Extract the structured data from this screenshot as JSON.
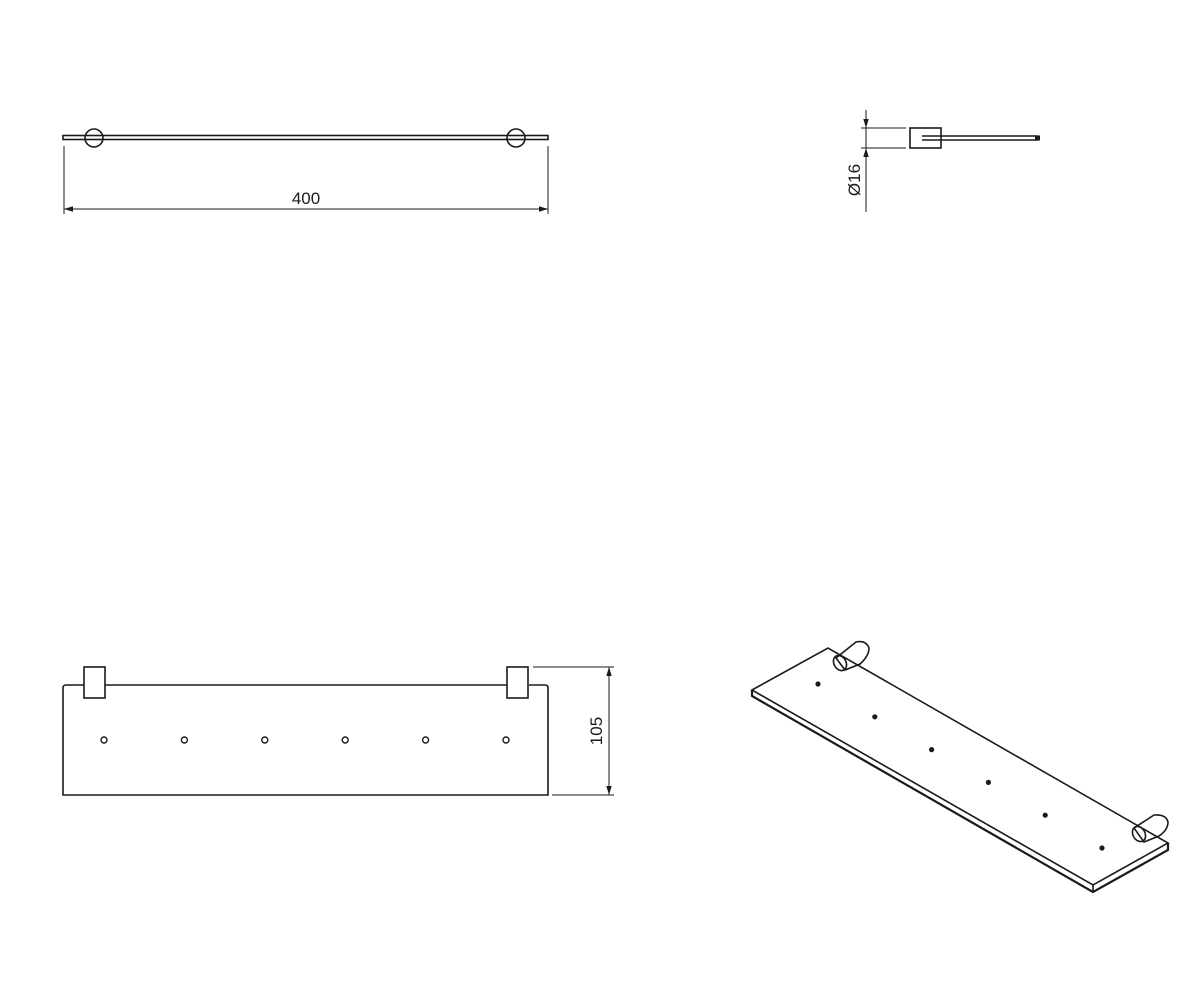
{
  "dimensions": {
    "width_label": "400",
    "diameter_label": "Ø16",
    "depth_label": "105"
  },
  "holes": {
    "count": 6
  }
}
